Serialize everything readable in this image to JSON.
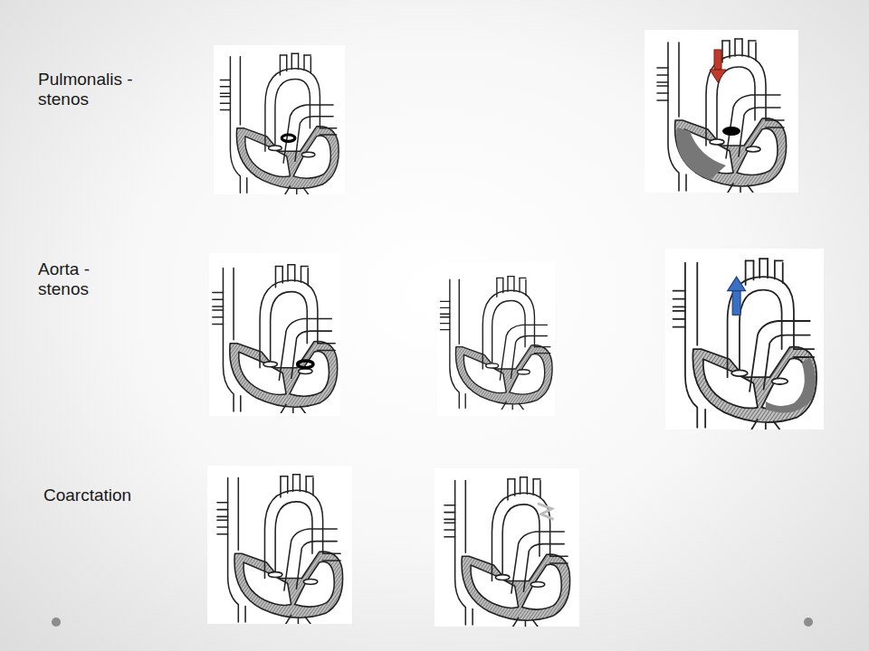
{
  "diagram": {
    "labels": [
      "Pulmonalis - stenos",
      "Aorta - stenos",
      "Coarctation"
    ]
  }
}
